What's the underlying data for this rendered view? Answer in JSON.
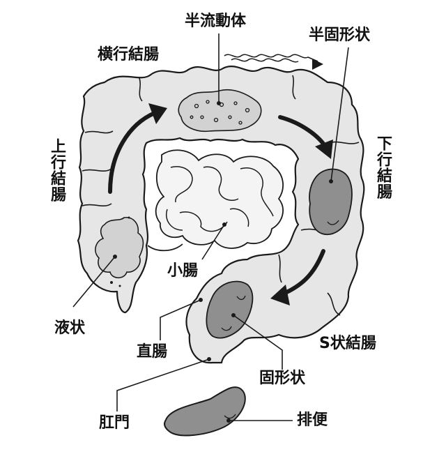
{
  "labels": {
    "semi_liquid": "半流動体",
    "transverse_colon": "横行結腸",
    "semi_solid": "半固形状",
    "ascending_colon": "上行結腸",
    "descending_colon": "下行結腸",
    "small_intestine": "小腸",
    "liquid": "液状",
    "rectum": "直腸",
    "sigmoid_colon": "S状結腸",
    "solid": "固形状",
    "anus": "肛門",
    "defecation": "排便"
  },
  "colors": {
    "colon_fill": "#e6e6e6",
    "stool_fill": "#8f8f8f",
    "liquid_fill": "#d2d2d2",
    "outline": "#1a1a1a"
  }
}
